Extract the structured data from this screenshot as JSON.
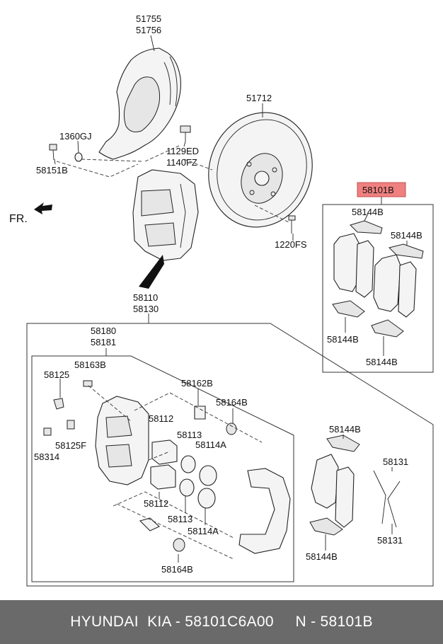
{
  "labels": {
    "p51755": "51755",
    "p51756": "51756",
    "p51712": "51712",
    "p1360gj": "1360GJ",
    "p58151b": "58151B",
    "p1129ed": "1129ED",
    "p1140fz": "1140FZ",
    "fr": "FR.",
    "p1220fs": "1220FS",
    "p58101b": "58101B",
    "p58144b_1": "58144B",
    "p58144b_2": "58144B",
    "p58144b_3": "58144B",
    "p58144b_4": "58144B",
    "p58110": "58110",
    "p58130": "58130",
    "p58180": "58180",
    "p58181": "58181",
    "p58163b": "58163B",
    "p58125": "58125",
    "p58162b": "58162B",
    "p58164b_1": "58164B",
    "p58112_1": "58112",
    "p58113_1": "58113",
    "p58114a_1": "58114A",
    "p58125f": "58125F",
    "p58314": "58314",
    "p58112_2": "58112",
    "p58113_2": "58113",
    "p58114a_2": "58114A",
    "p58164b_2": "58164B",
    "p58144b_5": "58144B",
    "p58144b_6": "58144B",
    "p58131_1": "58131",
    "p58131_2": "58131"
  },
  "highlight_color": "#f08080",
  "footer": {
    "text": "HYUNDAI  KIA - 58101C6A00     N - 58101B"
  }
}
